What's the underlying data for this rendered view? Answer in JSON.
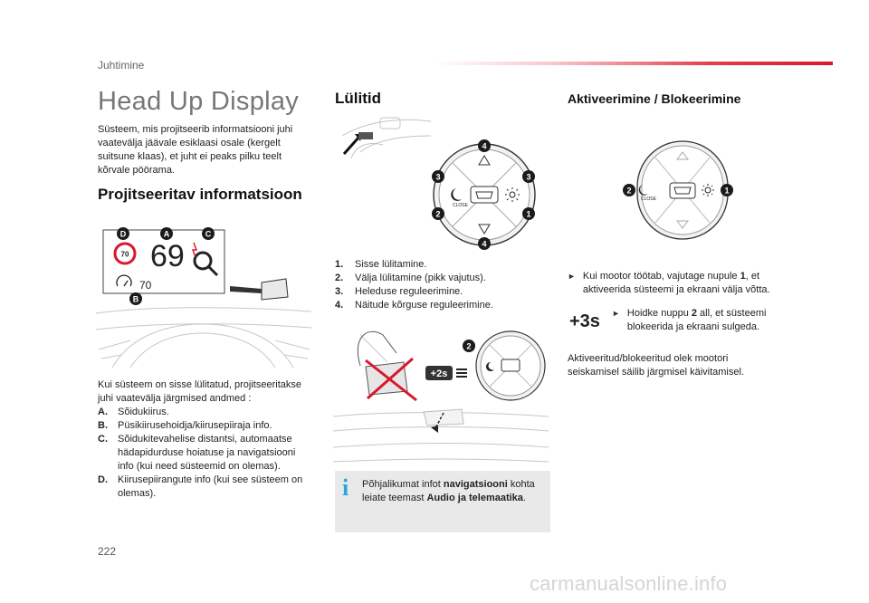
{
  "header": {
    "section": "Juhtimine",
    "page_number": "222"
  },
  "col1": {
    "title": "Head Up Display",
    "intro": "Süsteem, mis projitseerib informatsiooni juhi vaatevälja jäävale esiklaasi osale (kergelt suitsune klaas), et juht ei peaks pilku teelt kõrvale pöörama.",
    "subtitle": "Projitseeritav informatsioon",
    "hud_speed": "69",
    "hud_limit": "70",
    "hud_cruise": "70",
    "callouts": [
      "D",
      "A",
      "C",
      "B"
    ],
    "desc_intro": "Kui süsteem on sisse lülitatud, projitseeritakse juhi vaatevälja järgmised andmed :",
    "items": [
      {
        "key": "A.",
        "text": "Sõidukiirus."
      },
      {
        "key": "B.",
        "text": "Püsikiirusehoidja/kiirusepiiraja info."
      },
      {
        "key": "C.",
        "text": "Sõidukitevahelise distantsi, automaatse hädapidurduse hoiatuse ja navigatsiooni info (kui need süsteemid on olemas)."
      },
      {
        "key": "D.",
        "text": "Kiirusepiirangute info (kui see süsteem on olemas)."
      }
    ]
  },
  "col2": {
    "title": "Lülitid",
    "items": [
      {
        "key": "1.",
        "text": "Sisse lülitamine."
      },
      {
        "key": "2.",
        "text": "Välja lülitamine (pikk vajutus)."
      },
      {
        "key": "3.",
        "text": "Heleduse reguleerimine."
      },
      {
        "key": "4.",
        "text": "Näitude kõrguse reguleerimine."
      }
    ],
    "hold_label": "+2s",
    "close_label": "CLOSE",
    "info_pre": "Põhjalikumat infot ",
    "info_b1": "navigatsiooni",
    "info_mid": " kohta leiate teemast ",
    "info_b2": "Audio ja telemaatika",
    "info_post": "."
  },
  "col3": {
    "title": "Aktiveerimine / Blokeerimine",
    "b1_pre": "Kui mootor töötab, vajutage nupule ",
    "b1_key": "1",
    "b1_post": ", et aktiveerida süsteemi ja ekraani välja võtta.",
    "hold_label": "+3s",
    "b2_pre": "Hoidke nuppu ",
    "b2_key": "2",
    "b2_post": " all, et süsteemi blokeerida ja ekraani sulgeda.",
    "note": "Aktiveeritud/blokeeritud olek mootori seiskamisel säilib järgmisel käivitamisel.",
    "close_label": "CLOSE"
  },
  "watermark": "carmanualsonline.info"
}
